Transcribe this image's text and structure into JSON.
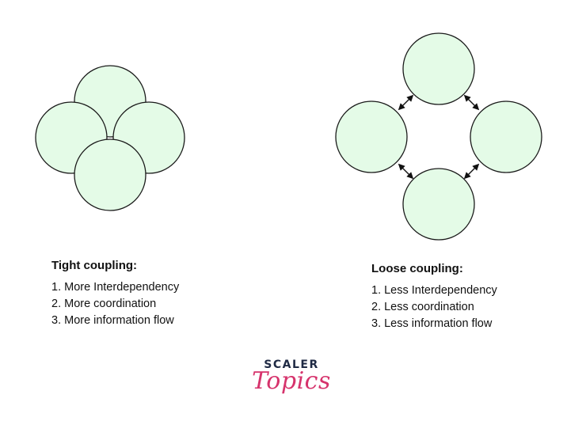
{
  "colors": {
    "circle_fill": "#e4fbe7",
    "circle_stroke": "#1a1a1a",
    "logo_dark": "#1f2a44",
    "logo_accent": "#d6336c"
  },
  "tight": {
    "heading": "Tight coupling:",
    "items": [
      "1. More Interdependency",
      "2. More coordination",
      "3. More information flow"
    ]
  },
  "loose": {
    "heading": "Loose coupling:",
    "items": [
      "1. Less Interdependency",
      "2. Less coordination",
      "3. Less information flow"
    ]
  },
  "logo": {
    "top": "SCALER",
    "bottom": "Topics"
  }
}
